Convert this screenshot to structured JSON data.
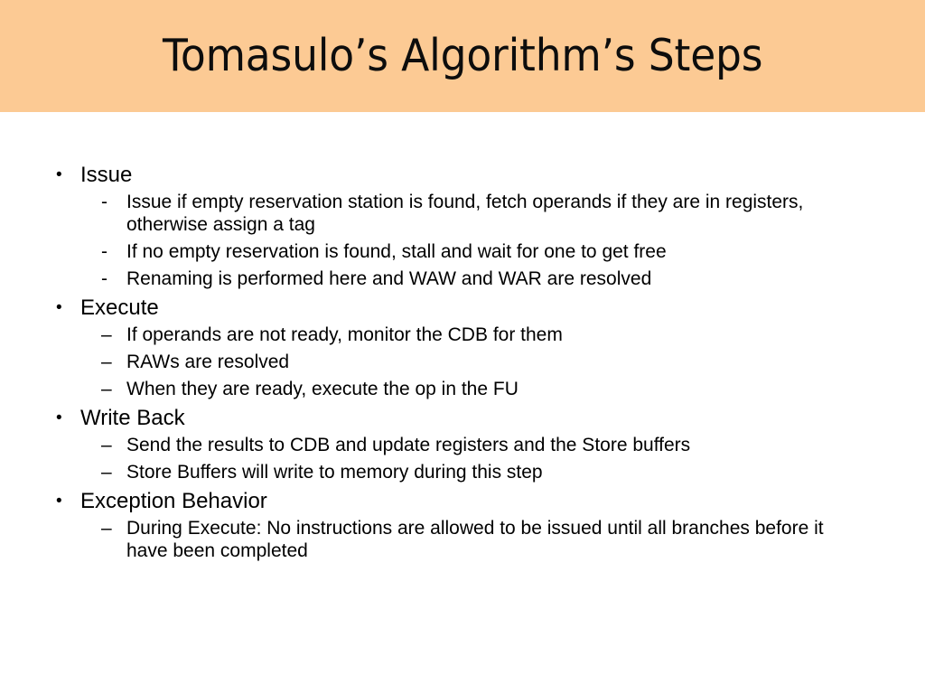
{
  "slide": {
    "title": "Tomasulo’s Algorithm’s Steps",
    "banner_color": "#fcca94",
    "background_color": "#ffffff",
    "text_color": "#000000",
    "bullet_marker": "•",
    "dash_marker": "-",
    "endash_marker": "–",
    "sections": [
      {
        "heading": "Issue",
        "marker": "•",
        "sub_marker": "-",
        "items": [
          "Issue if empty reservation station is found, fetch operands if they are in registers, otherwise assign a tag",
          "If no empty reservation is found, stall and wait for one to get free",
          "Renaming is performed here and WAW and WAR are resolved"
        ]
      },
      {
        "heading": "Execute",
        "marker": "•",
        "sub_marker": "–",
        "items": [
          "If operands are not ready, monitor the CDB for them",
          "RAWs are resolved",
          "When they are ready, execute the op in the FU"
        ]
      },
      {
        "heading": "Write Back",
        "marker": "•",
        "sub_marker": "–",
        "items": [
          "Send the results to CDB and update registers and the Store buffers",
          "Store Buffers will write to memory during this step"
        ]
      },
      {
        "heading": "Exception Behavior",
        "marker": "•",
        "sub_marker": "–",
        "items": [
          "During Execute: No instructions are allowed to be issued until all branches before it have been completed"
        ]
      }
    ]
  }
}
